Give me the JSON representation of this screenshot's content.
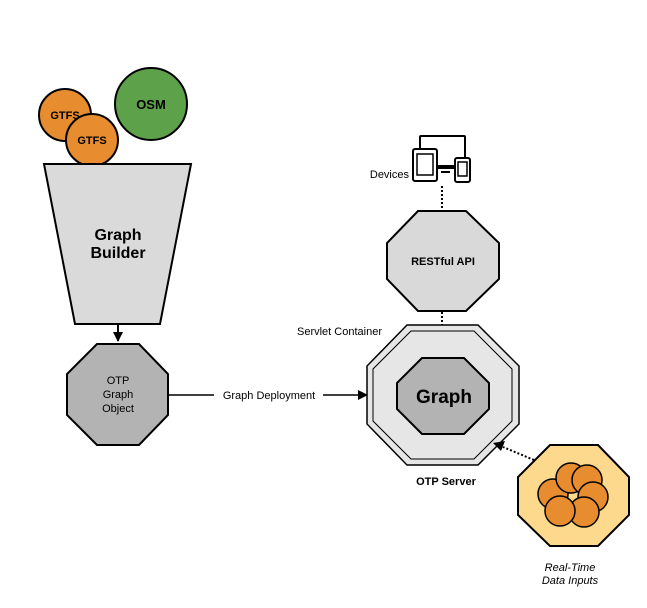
{
  "inputs": {
    "gtfs_top": "GTFS",
    "gtfs_bottom": "GTFS",
    "osm": "OSM"
  },
  "graph_builder": {
    "line1": "Graph",
    "line2": "Builder"
  },
  "otp_graph_object": {
    "line1": "OTP",
    "line2": "Graph",
    "line3": "Object"
  },
  "graph_deployment_label": "Graph Deployment",
  "devices_label": "Devices",
  "restful_api_label": "RESTful API",
  "servlet_container_label": "Servlet Container",
  "graph_label": "Graph",
  "otp_server_label": "OTP Server",
  "realtime": {
    "line1": "Real-Time",
    "line2": "Data Inputs"
  },
  "colors": {
    "gtfs_fill": "#e78d30",
    "osm_fill": "#5da24a",
    "builder_fill": "#dadada",
    "gray_octagon": "#b3b3b3",
    "light_octagon": "#d9d9d9",
    "server_outer": "#e6e6e6",
    "realtime_fill": "#fcd98d",
    "realtime_circle": "#e78d30"
  },
  "icons": {
    "devices": "devices-icon"
  }
}
